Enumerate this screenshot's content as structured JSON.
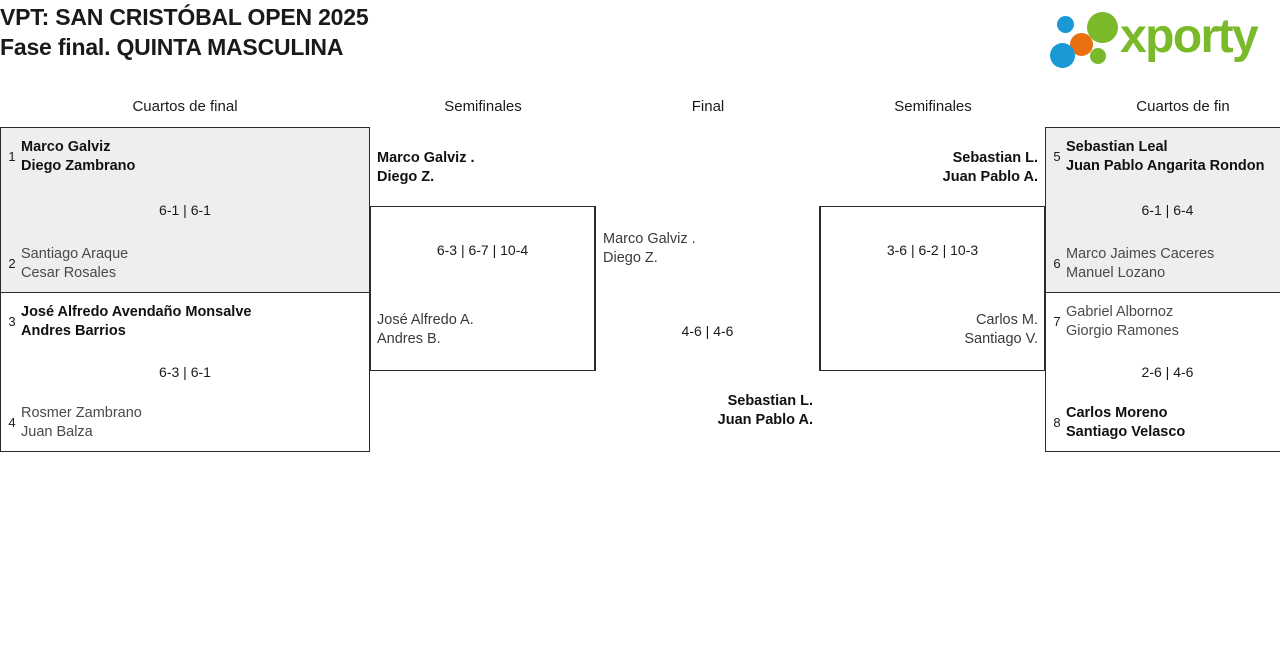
{
  "header": {
    "title_line1": "VPT: SAN CRISTÓBAL OPEN 2025",
    "title_line2": "Fase final. QUINTA MASCULINA",
    "logo_word": "xporty",
    "logo_colors": {
      "green": "#7ab929",
      "blue": "#1b99d6",
      "orange": "#e8700f"
    }
  },
  "rounds": {
    "qf_left": "Cuartos de final",
    "sf_left": "Semifinales",
    "final": "Final",
    "sf_right": "Semifinales",
    "qf_right": "Cuartos de fin"
  },
  "bracket": {
    "qf_left_1": {
      "shaded": true,
      "top": {
        "seed": "1",
        "player1": "Marco Galviz",
        "player2": "Diego Zambrano",
        "winner": true
      },
      "bottom": {
        "seed": "2",
        "player1": "Santiago Araque",
        "player2": "Cesar Rosales",
        "winner": false
      },
      "score": "6-1 | 6-1"
    },
    "qf_left_2": {
      "shaded": false,
      "top": {
        "seed": "3",
        "player1": "José Alfredo Avendaño Monsalve",
        "player2": "Andres Barrios",
        "winner": true
      },
      "bottom": {
        "seed": "4",
        "player1": "Rosmer Zambrano",
        "player2": "Juan Balza",
        "winner": false
      },
      "score": "6-3 | 6-1"
    },
    "sf_left": {
      "top": {
        "player1": "Marco Galviz .",
        "player2": "Diego Z.",
        "winner": true
      },
      "bottom": {
        "player1": "José Alfredo A.",
        "player2": "Andres B.",
        "winner": false
      },
      "score": "6-3 | 6-7 | 10-4"
    },
    "final": {
      "top": {
        "player1": "Marco Galviz .",
        "player2": "Diego Z.",
        "winner": false
      },
      "bottom": {
        "player1": "Sebastian L.",
        "player2": "Juan Pablo A.",
        "winner": true
      },
      "score": "4-6 | 4-6"
    },
    "sf_right": {
      "top": {
        "player1": "Sebastian L.",
        "player2": "Juan Pablo A.",
        "winner": true
      },
      "bottom": {
        "player1": "Carlos M.",
        "player2": "Santiago V.",
        "winner": false
      },
      "score": "3-6 | 6-2 | 10-3"
    },
    "qf_right_1": {
      "shaded": true,
      "top": {
        "seed": "5",
        "player1": "Sebastian Leal",
        "player2": "Juan Pablo Angarita Rondon",
        "winner": true
      },
      "bottom": {
        "seed": "6",
        "player1": "Marco Jaimes Caceres",
        "player2": "Manuel Lozano",
        "winner": false
      },
      "score": "6-1 | 6-4"
    },
    "qf_right_2": {
      "shaded": false,
      "top": {
        "seed": "7",
        "player1": "Gabriel Albornoz",
        "player2": "Giorgio Ramones",
        "winner": false
      },
      "bottom": {
        "seed": "8",
        "player1": "Carlos Moreno",
        "player2": "Santiago Velasco",
        "winner": true
      },
      "score": "2-6 | 4-6"
    }
  }
}
